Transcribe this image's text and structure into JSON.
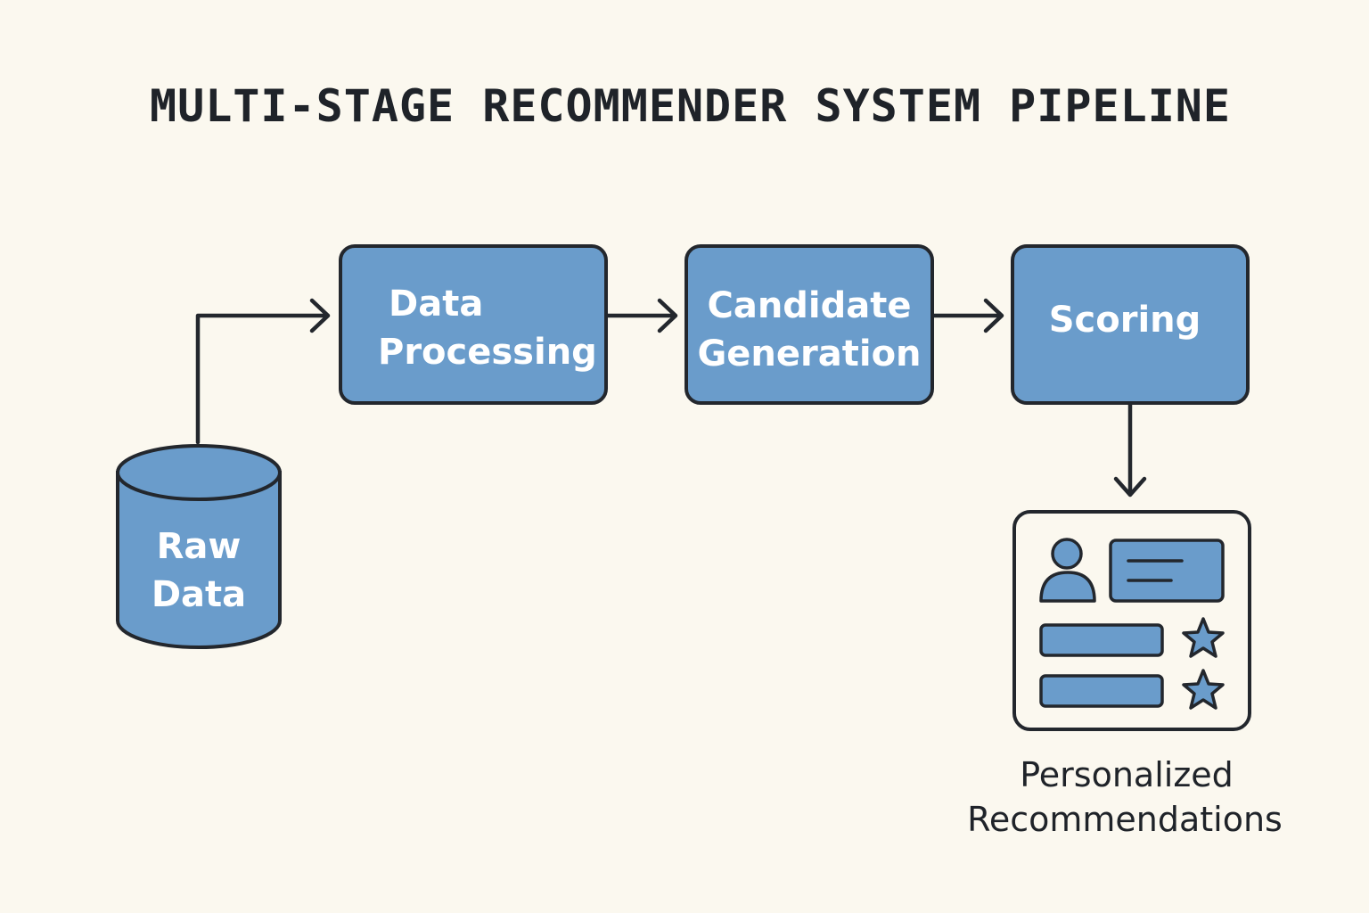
{
  "title": "MULTI-STAGE RECOMMENDER SYSTEM PIPELINE",
  "colors": {
    "background": "#fbf8ef",
    "box_fill": "#6a9ccb",
    "outline": "#23272d",
    "box_text": "#ffffff"
  },
  "nodes": {
    "raw_data": {
      "line1": "Raw",
      "line2": "Data",
      "shape": "cylinder"
    },
    "data_processing": {
      "line1": "Data",
      "line2": "Processing"
    },
    "candidate_generation": {
      "line1": "Candidate",
      "line2": "Generation"
    },
    "scoring": {
      "label": "Scoring"
    },
    "output": {
      "line1": "Personalized",
      "line2": "Recommendations",
      "icons": [
        "user-profile-icon",
        "list-item-bar",
        "star-icon"
      ]
    }
  },
  "edges": [
    {
      "from": "Raw Data",
      "to": "Data Processing"
    },
    {
      "from": "Data Processing",
      "to": "Candidate Generation"
    },
    {
      "from": "Candidate Generation",
      "to": "Scoring"
    },
    {
      "from": "Scoring",
      "to": "Personalized Recommendations"
    }
  ]
}
